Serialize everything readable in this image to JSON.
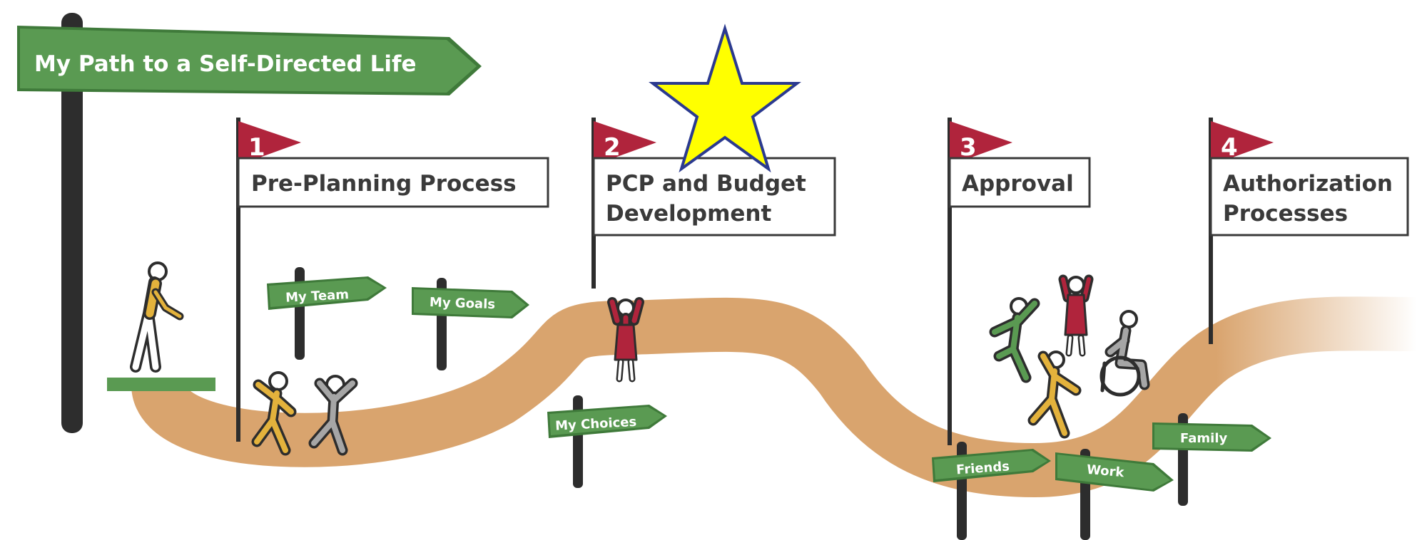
{
  "title": "My Path to a Self-Directed Life",
  "stages": [
    {
      "number": "1",
      "label_lines": [
        "Pre-Planning Process"
      ]
    },
    {
      "number": "2",
      "label_lines": [
        "PCP and Budget",
        "Development"
      ]
    },
    {
      "number": "3",
      "label_lines": [
        "Approval"
      ]
    },
    {
      "number": "4",
      "label_lines": [
        "Authorization",
        "Processes"
      ]
    }
  ],
  "signposts": [
    {
      "label": "My Team"
    },
    {
      "label": "My Goals"
    },
    {
      "label": "My Choices"
    },
    {
      "label": "Friends"
    },
    {
      "label": "Work"
    },
    {
      "label": "Family"
    }
  ],
  "colors": {
    "sign_green": "#5a9a52",
    "path_tan": "#d9a46e",
    "flag_red": "#b0243c",
    "star_yellow": "#ffff00",
    "star_outline": "#2b3a8f",
    "post_dark": "#2d2d2d"
  },
  "icons": [
    "star-icon",
    "walking-person-icon",
    "cheering-person-icon",
    "wheelchair-person-icon"
  ]
}
